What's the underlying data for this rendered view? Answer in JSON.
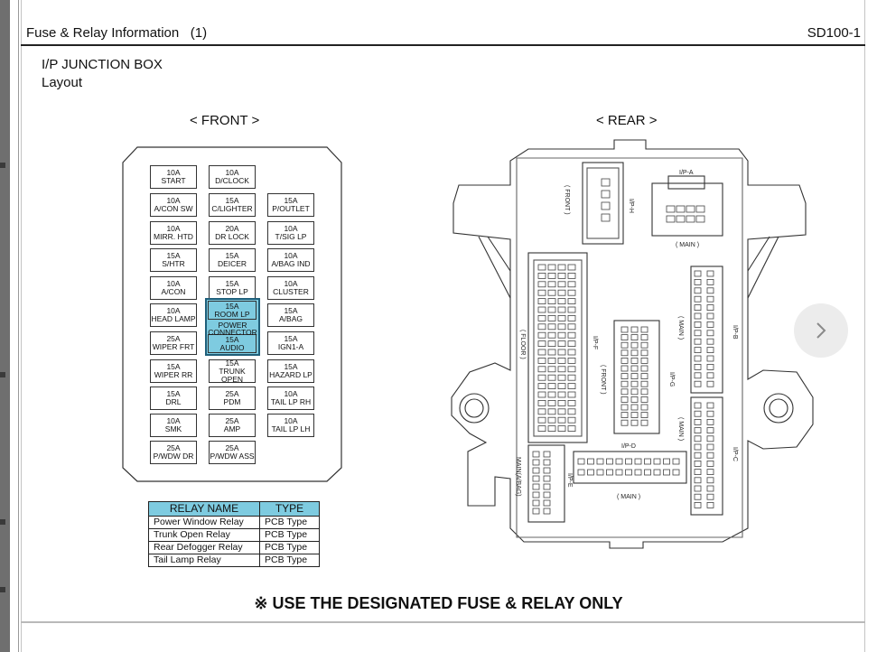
{
  "header": {
    "title": "Fuse & Relay Information   (1)",
    "code": "SD100-1"
  },
  "subtitle": {
    "line1": "I/P JUNCTION BOX",
    "line2": "Layout"
  },
  "front": {
    "label": "< FRONT >",
    "fuses": [
      {
        "a": "10A",
        "n": "START",
        "hl": false
      },
      {
        "a": "10A",
        "n": "D/CLOCK",
        "hl": false
      },
      {
        "a": "10A",
        "n": "A/CON SW",
        "hl": false
      },
      {
        "a": "15A",
        "n": "C/LIGHTER",
        "hl": false
      },
      {
        "a": "15A",
        "n": "P/OUTLET",
        "hl": false
      },
      {
        "a": "10A",
        "n": "MIRR. HTD",
        "hl": false
      },
      {
        "a": "20A",
        "n": "DR LOCK",
        "hl": false
      },
      {
        "a": "10A",
        "n": "T/SIG LP",
        "hl": false
      },
      {
        "a": "15A",
        "n": "S/HTR",
        "hl": false
      },
      {
        "a": "15A",
        "n": "DEICER",
        "hl": false
      },
      {
        "a": "10A",
        "n": "A/BAG IND",
        "hl": false
      },
      {
        "a": "10A",
        "n": "A/CON",
        "hl": false
      },
      {
        "a": "15A",
        "n": "STOP LP",
        "hl": false
      },
      {
        "a": "10A",
        "n": "CLUSTER",
        "hl": false
      },
      {
        "a": "10A",
        "n": "HEAD LAMP",
        "hl": false
      },
      {
        "a": "15A",
        "n": "ROOM LP",
        "hl": true
      },
      {
        "a": "15A",
        "n": "A/BAG",
        "hl": false
      },
      {
        "a": "25A",
        "n": "WIPER FRT",
        "hl": false
      },
      {
        "a": "15A",
        "n": "AUDIO",
        "hl": true
      },
      {
        "a": "15A",
        "n": "IGN1-A",
        "hl": false
      },
      {
        "a": "15A",
        "n": "WIPER RR",
        "hl": false
      },
      {
        "a": "15A",
        "n": "TRUNK OPEN",
        "hl": false
      },
      {
        "a": "15A",
        "n": "HAZARD LP",
        "hl": false
      },
      {
        "a": "15A",
        "n": "DRL",
        "hl": false
      },
      {
        "a": "25A",
        "n": "PDM",
        "hl": false
      },
      {
        "a": "10A",
        "n": "TAIL LP RH",
        "hl": false
      },
      {
        "a": "10A",
        "n": "SMK",
        "hl": false
      },
      {
        "a": "25A",
        "n": "AMP",
        "hl": false
      },
      {
        "a": "10A",
        "n": "TAIL LP LH",
        "hl": false
      },
      {
        "a": "25A",
        "n": "P/WDW DR",
        "hl": false
      },
      {
        "a": "25A",
        "n": "P/WDW ASS",
        "hl": false
      }
    ],
    "power_connector": "POWER CONNECTOR"
  },
  "relay_table": {
    "headers": [
      "RELAY NAME",
      "TYPE"
    ],
    "rows": [
      [
        "Power Window Relay",
        "PCB Type"
      ],
      [
        "Trunk Open Relay",
        "PCB Type"
      ],
      [
        "Rear Defogger Relay",
        "PCB Type"
      ],
      [
        "Tail Lamp Relay",
        "PCB Type"
      ]
    ]
  },
  "rear": {
    "label": "< REAR >",
    "connectors": {
      "ipa": "I/P-A",
      "main_a": "( MAIN )",
      "iph": "I/P-H",
      "front_h": "( FRONT )",
      "ipf": "I/P-F",
      "floor": "( FLOOR )",
      "ipg": "I/P-G",
      "front_g": "( FRONT )",
      "ipb": "I/P-B",
      "main_b": "( MAIN )",
      "ipc": "I/P-C",
      "main_c": "( MAIN )",
      "ipd": "I/P-D",
      "main_d": "( MAIN )",
      "ipe": "I/P-E",
      "main_abag": "MAIN(A/BAG)"
    }
  },
  "warning": "※ USE THE DESIGNATED FUSE & RELAY ONLY",
  "nav": {
    "next_icon": "chevron-right-icon"
  },
  "colors": {
    "highlight": "#7ecbe0",
    "line": "#333333"
  }
}
